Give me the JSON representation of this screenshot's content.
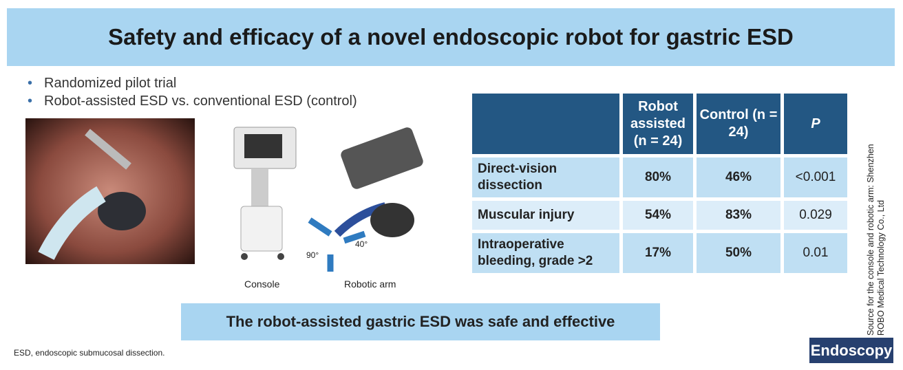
{
  "title": "Safety and efficacy of a novel endoscopic robot for gastric ESD",
  "bullets": [
    "Randomized pilot trial",
    "Robot-assisted ESD vs. conventional ESD (control)"
  ],
  "images": {
    "console_caption": "Console",
    "arm_caption": "Robotic arm",
    "angle_90": "90°",
    "angle_40": "40°"
  },
  "table": {
    "headers": [
      "",
      "Robot assisted (n = 24)",
      "Control (n = 24)",
      "P"
    ],
    "rows": [
      {
        "label": "Direct-vision dissection",
        "robot": "80%",
        "control": "46%",
        "p": "<0.001"
      },
      {
        "label": "Muscular injury",
        "robot": "54%",
        "control": "83%",
        "p": "0.029"
      },
      {
        "label": "Intraoperative bleeding, grade >2",
        "robot": "17%",
        "control": "50%",
        "p": "0.01"
      }
    ]
  },
  "conclusion": "The robot-assisted gastric ESD was safe and effective",
  "footnote": "ESD, endoscopic submucosal dissection.",
  "source": "Source for the console and robotic arm: Shenzhen ROBO Medical Technology Co., Ltd",
  "badge": "Endoscopy",
  "colors": {
    "title_bg": "#a9d5f1",
    "header_bg": "#235783",
    "row_bg": "#bfdff3",
    "row_alt_bg": "#dcedf9",
    "badge_bg": "#27406f"
  }
}
